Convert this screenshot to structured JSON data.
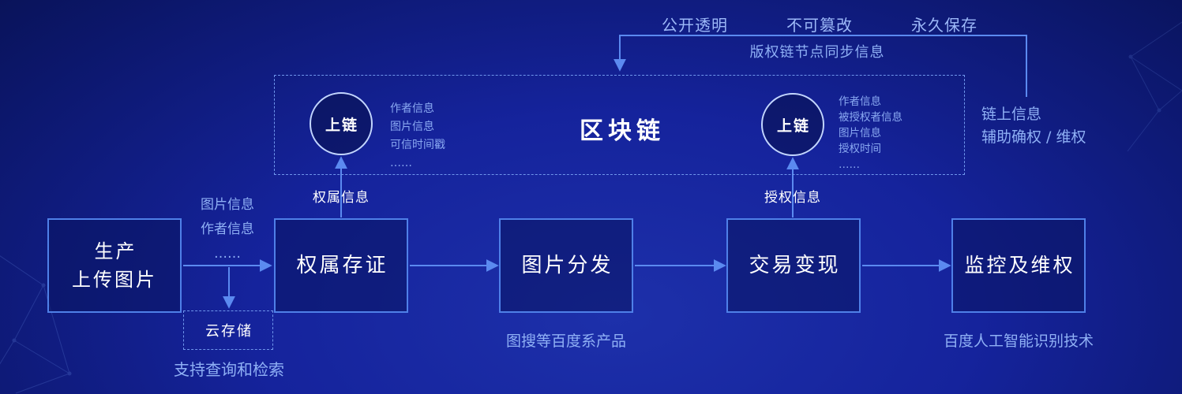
{
  "colors": {
    "accent": "#5b8af0",
    "light_text": "#8fb0f5",
    "white_text": "#ffffff",
    "background": "#0c176c"
  },
  "top_banner": {
    "features": [
      "公开透明",
      "不可篡改",
      "永久保存"
    ],
    "sync_label": "版权链节点同步信息"
  },
  "blockchain_box": {
    "title": "区块链",
    "nodes": [
      {
        "label": "上链",
        "arrow_label": "权属信息",
        "info_lines": [
          "作者信息",
          "图片信息",
          "可信时间戳",
          "……"
        ]
      },
      {
        "label": "上链",
        "arrow_label": "授权信息",
        "info_lines": [
          "作者信息",
          "被授权者信息",
          "图片信息",
          "授权时间",
          "……"
        ]
      }
    ]
  },
  "chain_note": {
    "line1": "链上信息",
    "line2": "辅助确权 / 维权"
  },
  "pipeline": {
    "stages": [
      {
        "label": "生产\n上传图片"
      },
      {
        "label": "权属存证"
      },
      {
        "label": "图片分发",
        "caption": "图搜等百度系产品"
      },
      {
        "label": "交易变现"
      },
      {
        "label": "监控及维权",
        "caption": "百度人工智能识别技术"
      }
    ],
    "transfer_notes": [
      "图片信息",
      "作者信息",
      "……"
    ]
  },
  "storage": {
    "label": "云存储",
    "caption": "支持查询和检索"
  }
}
